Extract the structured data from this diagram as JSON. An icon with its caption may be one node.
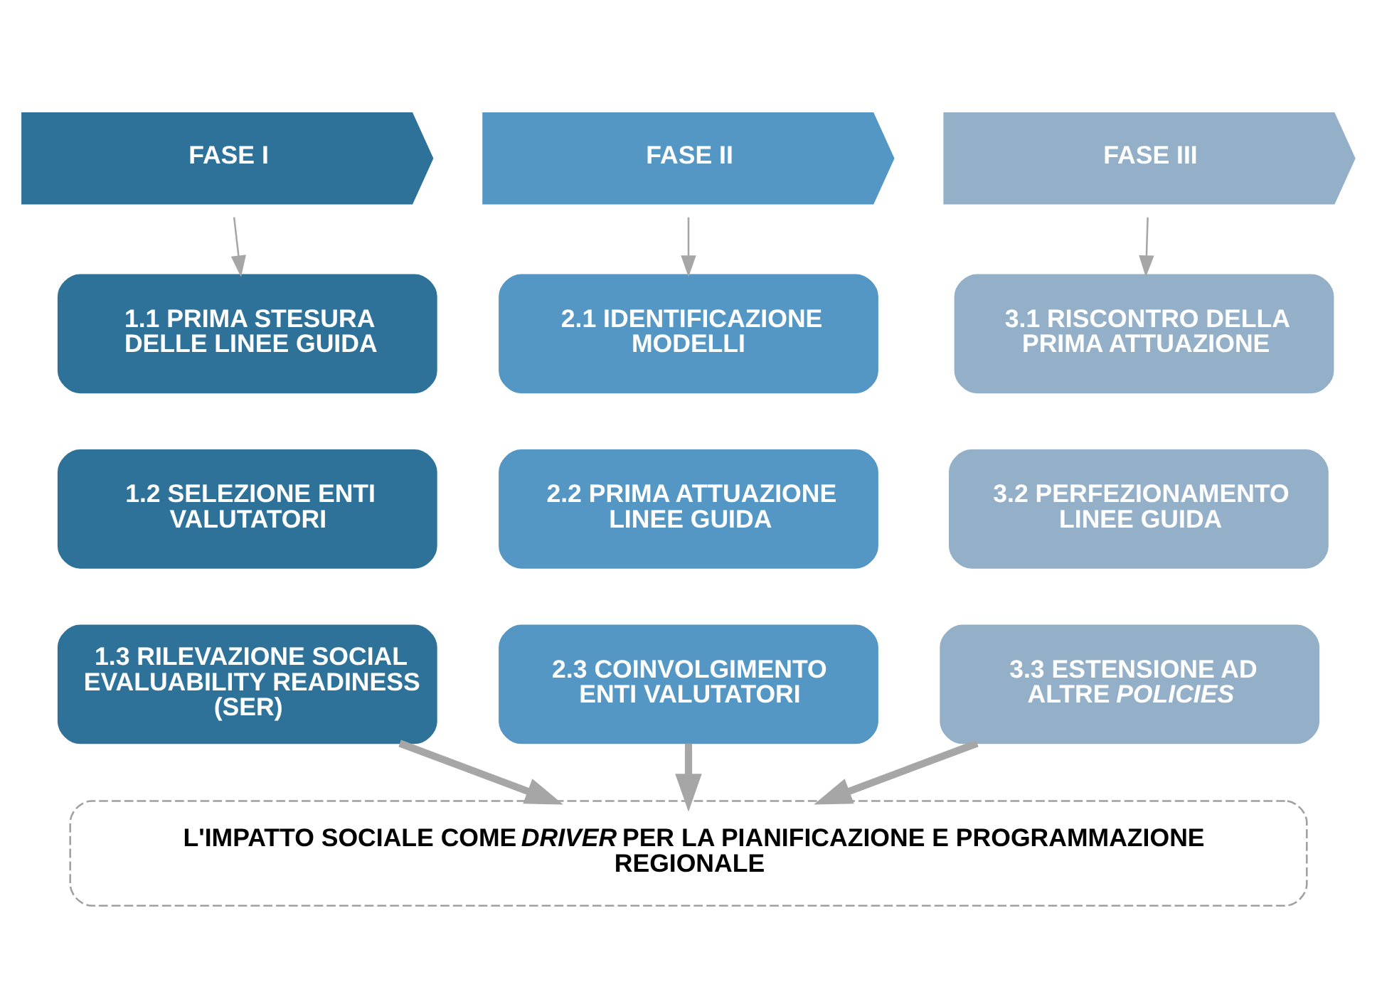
{
  "diagram": {
    "nodes": [
      {
        "text": [
          "FASE I"
        ]
      },
      {
        "text": [
          "FASE II"
        ]
      },
      {
        "text": [
          "FASE III"
        ]
      },
      {
        "text": [
          "1.1 PRIMA STESURA DELLE LINEE GUIDA"
        ]
      },
      {
        "text": [
          "1.2 SELEZIONE ENTI VALUTATORI"
        ]
      },
      {
        "text": [
          "1.3 RILEVAZIONE SOCIAL EVALUABILITY READINESS (SER)"
        ]
      },
      {
        "text": [
          "2.1 IDENTIFICAZIONE MODELLI"
        ]
      },
      {
        "text": [
          "2.2 PRIMA ATTUAZIONE LINEE GUIDA"
        ]
      },
      {
        "text": [
          "2.3 COINVOLGIMENTO ENTI VALUTATORI"
        ]
      },
      {
        "text": [
          "3.1 RISCONTRO DELLA PRIMA ATTUAZIONE"
        ]
      },
      {
        "text": [
          "3.2 PERFEZIONAMENTO LINEE GUIDA"
        ]
      },
      {
        "text": [
          "3.3 ESTENSIONE AD ALTRE *POLICIES*"
        ]
      },
      {
        "text": [
          "L'IMPATTO SOCIALE COME *DRIVER* PER LA PIANIFICAZIONE E PROGRAMMAZIONE REGIONALE"
        ]
      }
    ],
    "edges": [
      {
        "from": 0,
        "to": 3,
        "arrow": "to"
      },
      {
        "from": 1,
        "to": 6,
        "arrow": "to"
      },
      {
        "from": 2,
        "to": 9,
        "arrow": "to"
      },
      {
        "from": 5,
        "to": 12,
        "arrow": "to",
        "style": "thick"
      },
      {
        "from": 8,
        "to": 12,
        "arrow": "to",
        "style": "thick"
      },
      {
        "from": 11,
        "to": 12,
        "arrow": "to",
        "style": "thick"
      }
    ]
  }
}
